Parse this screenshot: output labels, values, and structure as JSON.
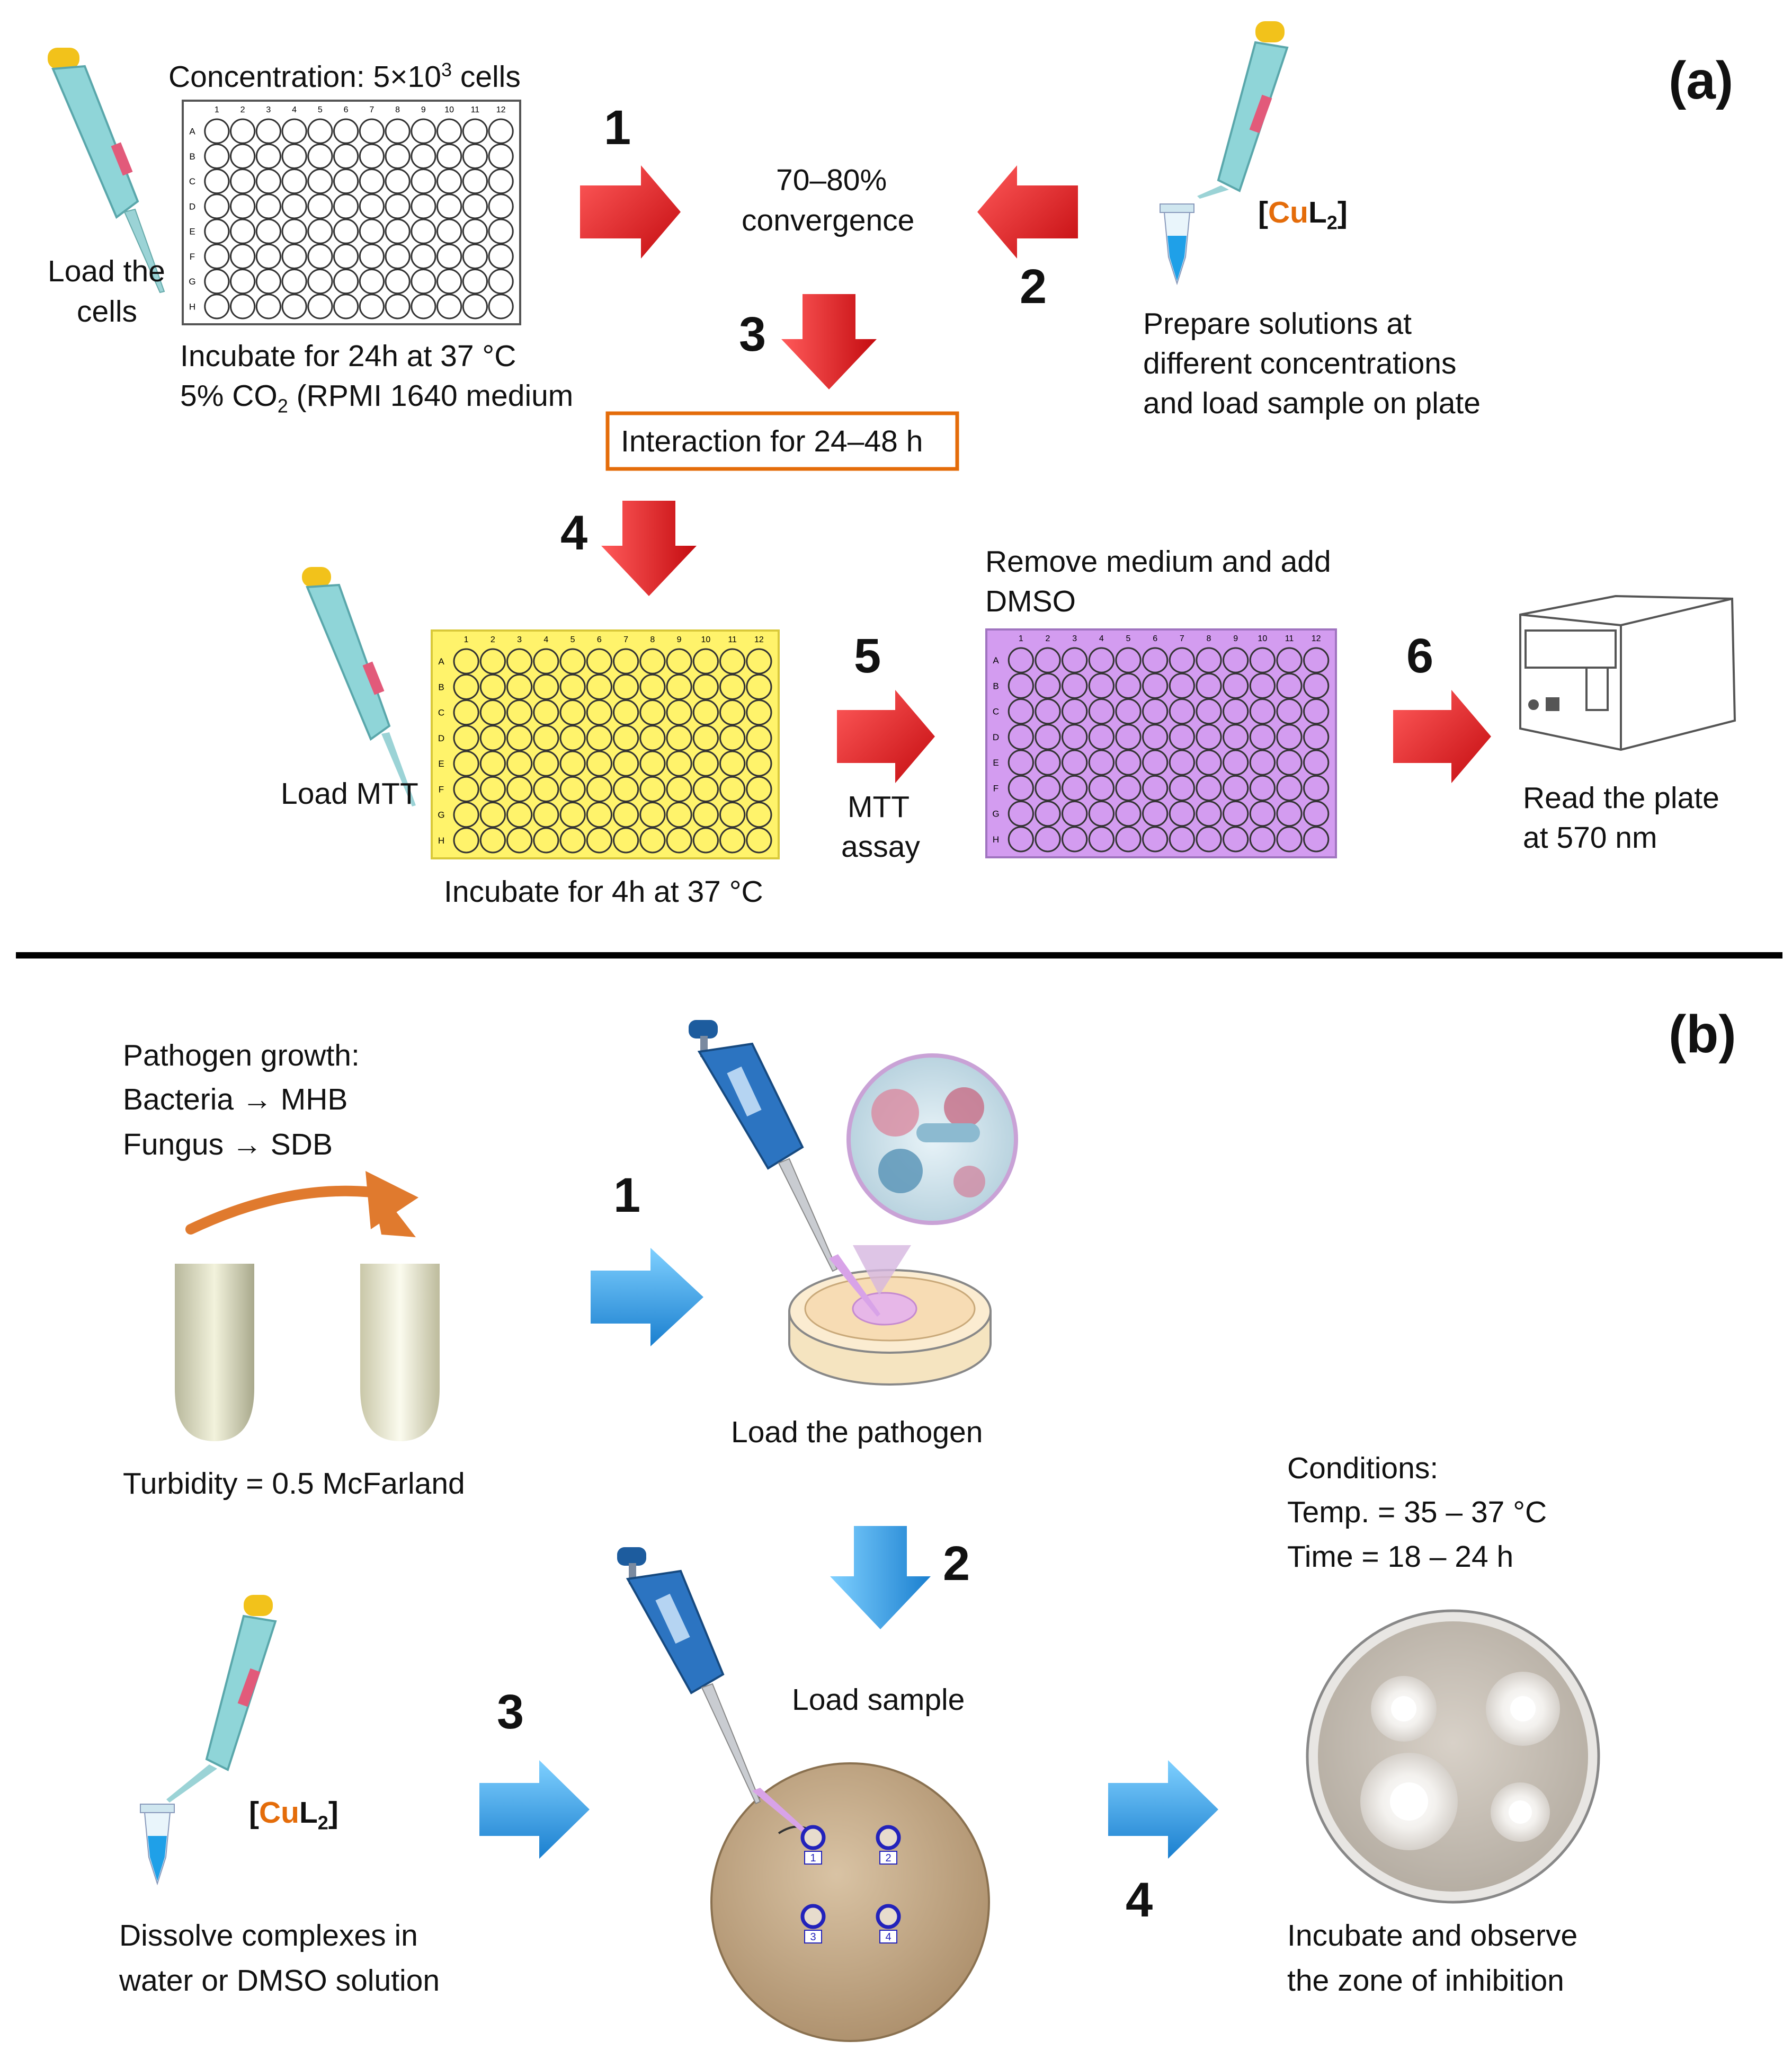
{
  "panel_a": {
    "label": "(a)",
    "concentration_prefix": "Concentration: 5×10",
    "concentration_exp": "3",
    "concentration_suffix": " cells",
    "load_cells_1": "Load the",
    "load_cells_2": "cells",
    "incubate_1": "Incubate for 24h at 37 °C",
    "incubate_2a": "5% CO",
    "incubate_2sub": "2",
    "incubate_2b": " (RPMI 1640 medium",
    "convergence_1": "70–80%",
    "convergence_2": "convergence",
    "cul2_open": "[",
    "cul2_cu": "Cu",
    "cul2_l": "L",
    "cul2_sub": "2",
    "cul2_close": "]",
    "prepare_1": "Prepare solutions at",
    "prepare_2": "different concentrations",
    "prepare_3": "and load sample on plate",
    "interaction": "Interaction for  24–48 h",
    "load_mtt": "Load MTT",
    "incubate_4h": "Incubate for 4h at 37 °C",
    "remove_1": "Remove medium and add",
    "remove_2": "DMSO",
    "mtt_1": "MTT",
    "mtt_2": "assay",
    "read_1": "Read the plate",
    "read_2": "at 570 nm",
    "steps": [
      "1",
      "2",
      "3",
      "4",
      "5",
      "6"
    ],
    "plate_rows": [
      "A",
      "B",
      "C",
      "D",
      "E",
      "F",
      "G",
      "H"
    ],
    "plate_cols": [
      "1",
      "2",
      "3",
      "4",
      "5",
      "6",
      "7",
      "8",
      "9",
      "10",
      "11",
      "12"
    ]
  },
  "panel_b": {
    "label": "(b)",
    "growth_1": "Pathogen growth:",
    "growth_2": "Bacteria → MHB",
    "growth_3": "Fungus → SDB",
    "turbidity": "Turbidity = 0.5 McFarland",
    "load_pathogen": "Load the pathogen",
    "load_sample": "Load sample",
    "conditions_1": "Conditions:",
    "conditions_2": "Temp. = 35 – 37 °C",
    "conditions_3": "Time = 18 – 24 h",
    "cul2_open": "[",
    "cul2_cu": "Cu",
    "cul2_l": "L",
    "cul2_sub": "2",
    "cul2_close": "]",
    "dissolve_1": "Dissolve complexes in",
    "dissolve_2": "water or DMSO solution",
    "incubate_1": "Incubate and observe",
    "incubate_2": "the zone of inhibition",
    "steps": [
      "1",
      "2",
      "3",
      "4"
    ],
    "well_labels": [
      "1",
      "2",
      "3",
      "4"
    ]
  },
  "colors": {
    "red_arrow": "#e8161b",
    "blue_arrow": "#2e9fe0",
    "orange_box": "#e46c0a",
    "cu_orange": "#e46c0a",
    "yellow_plate": "#fff36b",
    "purple_plate": "#d39cf0",
    "agar": "#c9b091"
  }
}
